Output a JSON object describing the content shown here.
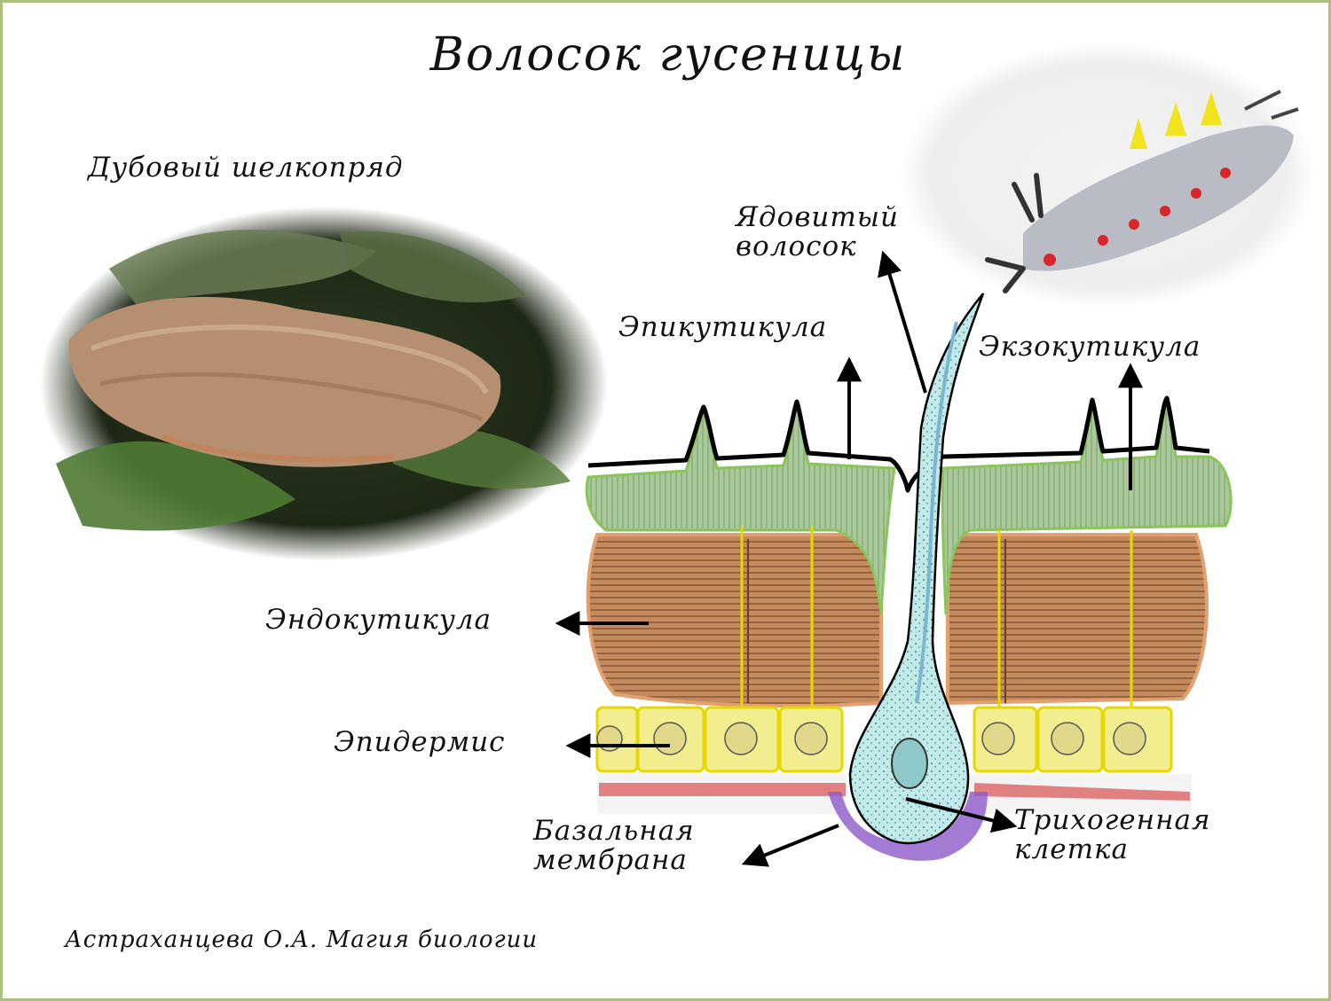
{
  "title": "Волосок гусеницы",
  "photo_caption": "Дубовый шелкопряд",
  "author": "Астраханцева О.А. Магия биологии",
  "labels": {
    "venom_hair": "Ядовитый\nволосок",
    "epicuticle": "Эпикутикула",
    "exocuticle": "Экзокутикула",
    "endocuticle": "Эндокутикула",
    "epidermis": "Эпидермис",
    "basal_membrane": "Базальная\nмембрана",
    "trichogen_cell": "Трихогенная\nклетка"
  },
  "colors": {
    "exocuticle": "#a9c99a",
    "endocuticle": "#c48a5e",
    "epidermis": "#f2ee8f",
    "trichogen": "#bfeaea",
    "basal_red": "#d95a5a",
    "basal_purple": "#8d5ac9",
    "frame": "#a9bf7a"
  }
}
